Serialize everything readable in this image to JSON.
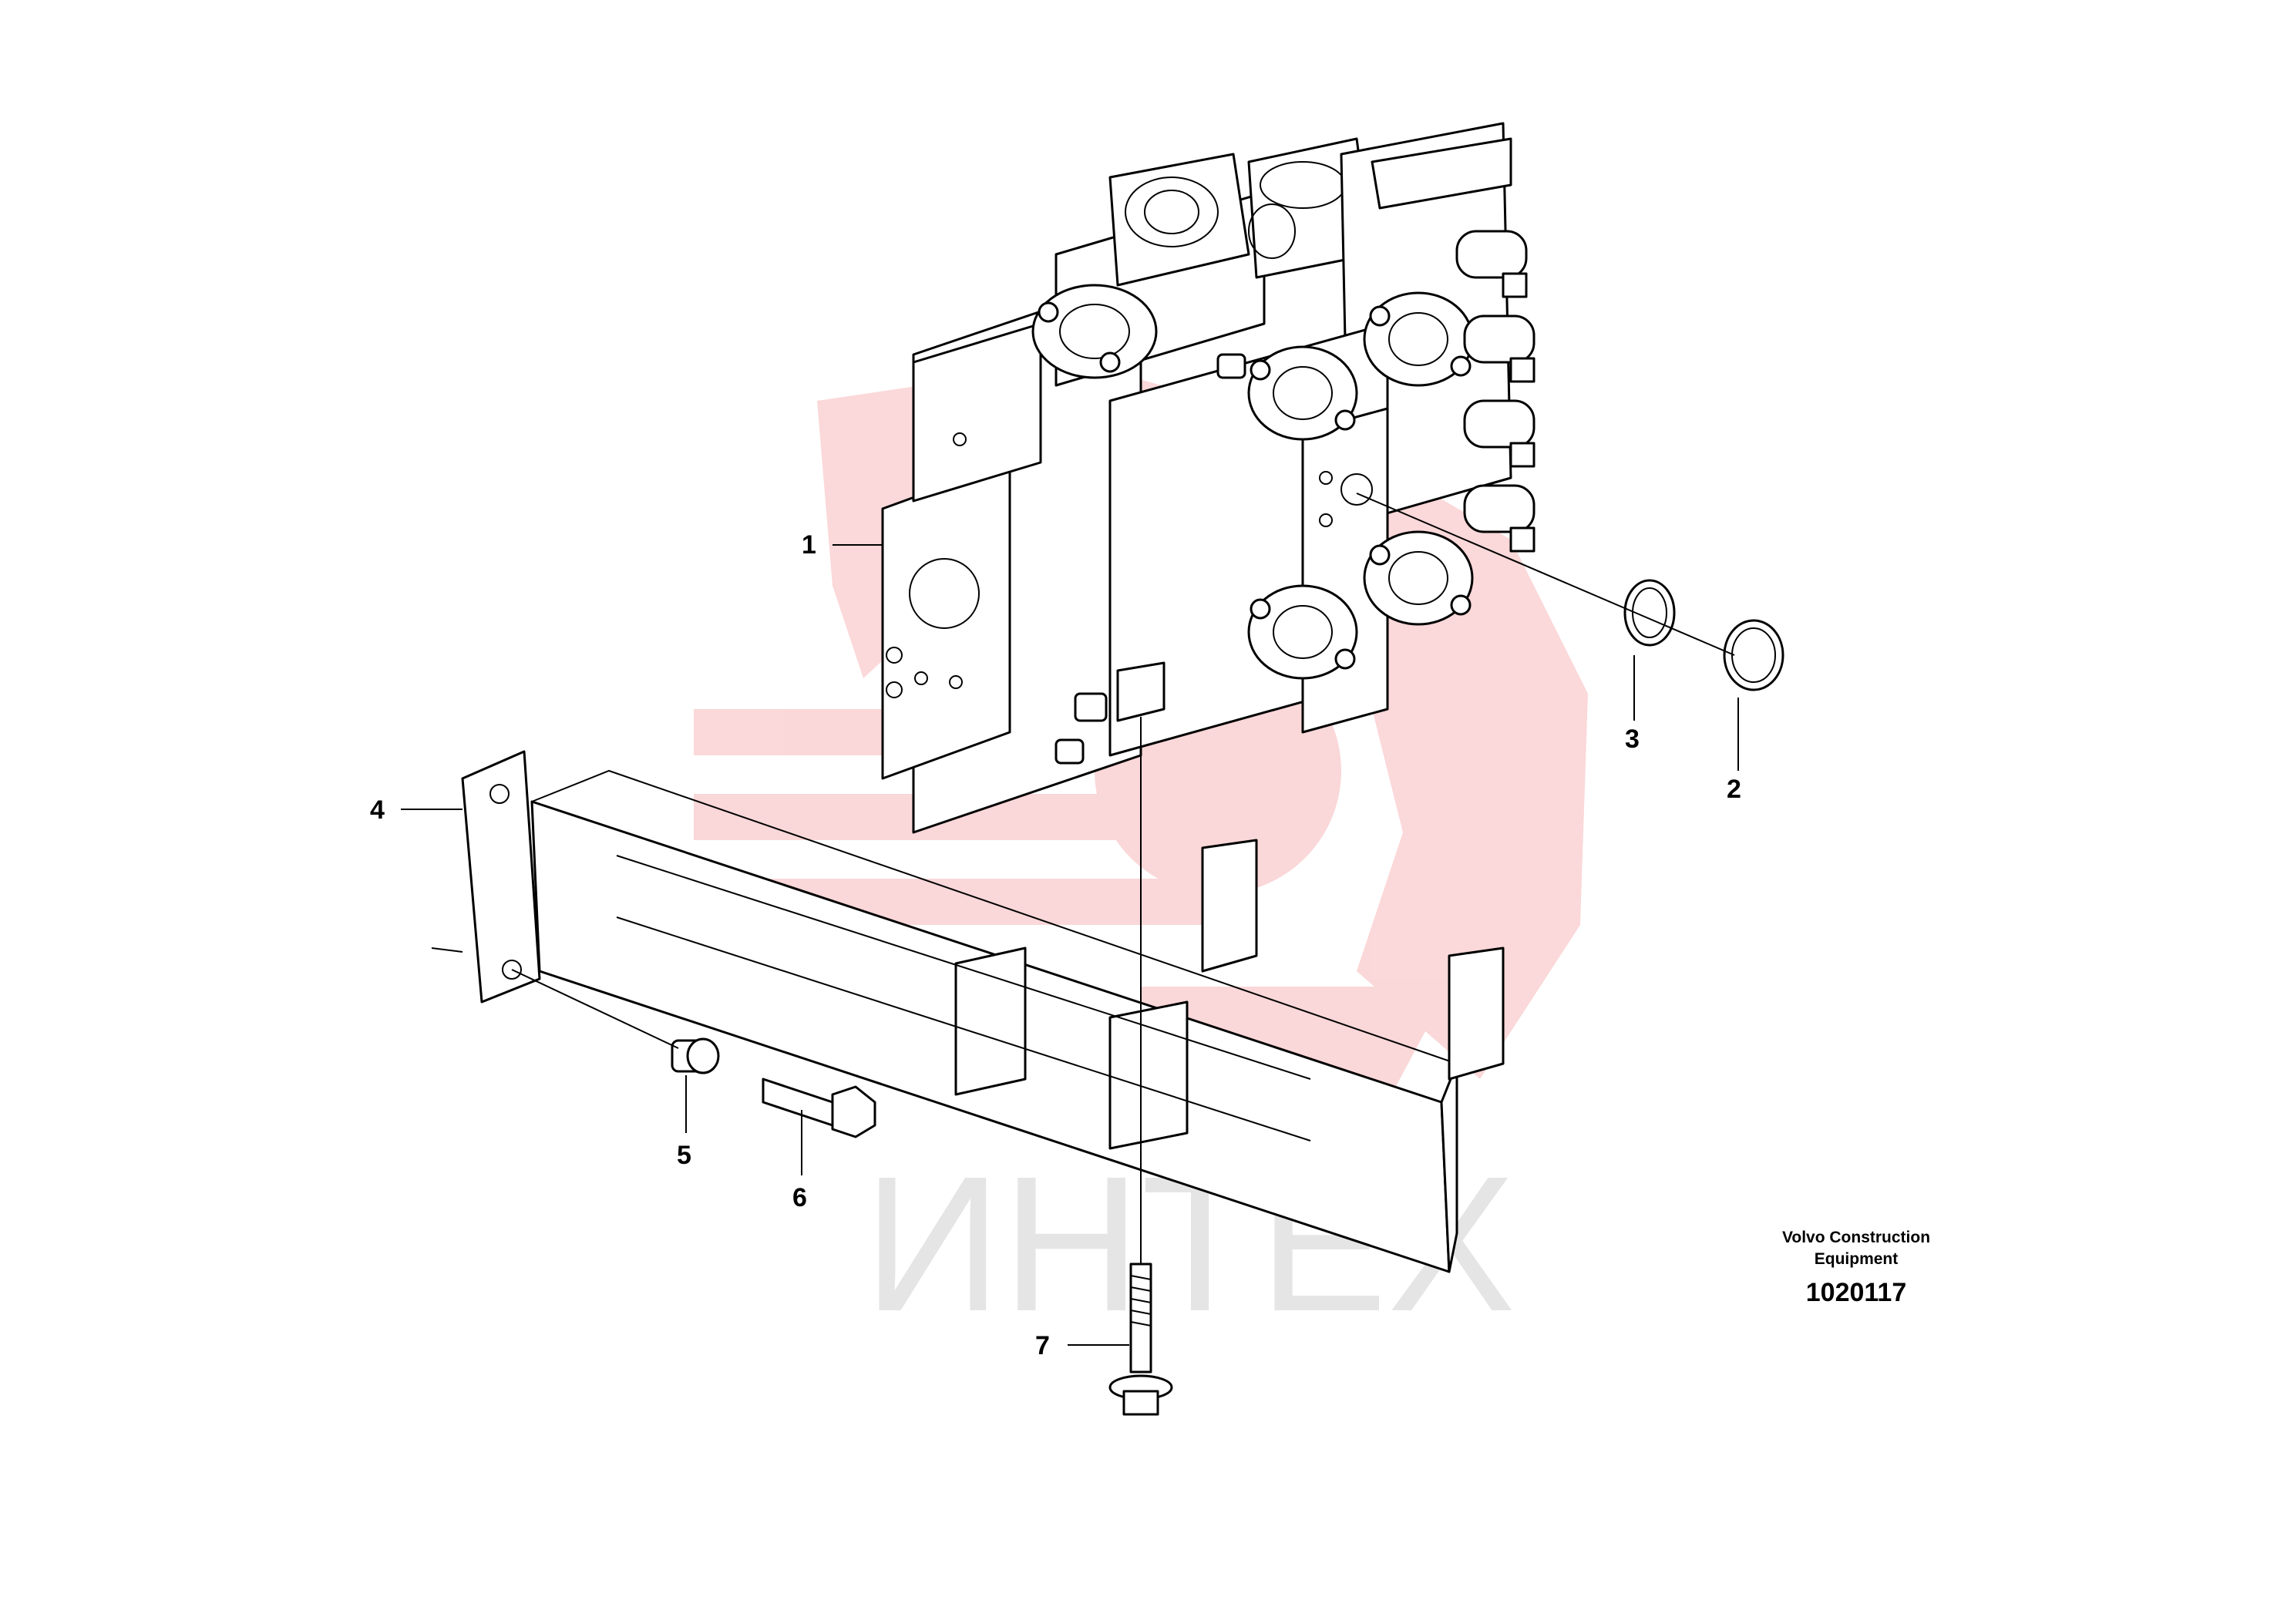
{
  "callouts": [
    {
      "id": "1",
      "label": "1"
    },
    {
      "id": "2",
      "label": "2"
    },
    {
      "id": "3",
      "label": "3"
    },
    {
      "id": "4",
      "label": "4"
    },
    {
      "id": "5",
      "label": "5"
    },
    {
      "id": "6",
      "label": "6"
    },
    {
      "id": "7",
      "label": "7"
    }
  ],
  "credit": {
    "line1": "Volvo Construction",
    "line2": "Equipment"
  },
  "doc_number": "1020117",
  "watermark": {
    "text": "ИНТЕХ",
    "logo": "gear-logo",
    "logo_color": "#e8262d"
  },
  "colors": {
    "line": "#000000",
    "watermark_red": "#e8262d",
    "watermark_gray": "#d4d4d4"
  }
}
